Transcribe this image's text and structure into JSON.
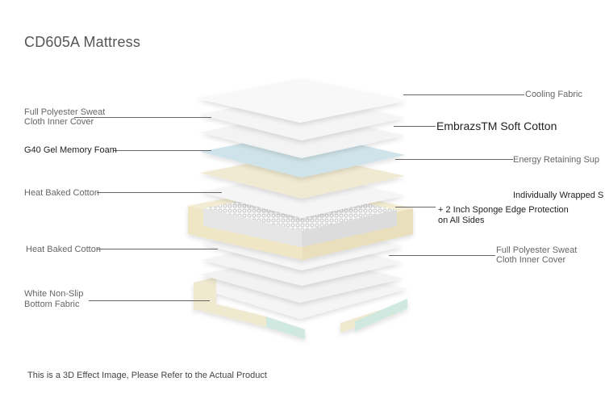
{
  "title": "CD605A Mattress",
  "labels": {
    "cooling_fabric": "Cooling Fabric",
    "inner_cover_top_1": "Full Polyester Sweat",
    "inner_cover_top_2": "Cloth Inner Cover",
    "soft_cotton": "EmbrazsTM Soft Cotton",
    "gel_foam": "G40 Gel Memory Foam",
    "energy_support": "Energy Retaining Sup",
    "heat_cotton_top": "Heat Baked Cotton",
    "springs": "Individually Wrapped S",
    "edge_1": "+ 2 Inch Sponge Edge Protection",
    "edge_2": "on All Sides",
    "heat_cotton_bottom": "Heat Baked Cotton",
    "inner_cover_bottom_1": "Full Polyester Sweat",
    "inner_cover_bottom_2": "Cloth Inner Cover",
    "bottom_fabric_1": "White Non-Slip",
    "bottom_fabric_2": "Bottom Fabric"
  },
  "note": "This is a 3D Effect Image, Please Refer to the Actual Product",
  "colors": {
    "layer_white": "#f4f4f4",
    "gel_blue": "#cfe4ea",
    "energy_cream": "#f1ead2",
    "edge_cream": "#efe7c9",
    "base_teal": "#cfe9e0"
  }
}
